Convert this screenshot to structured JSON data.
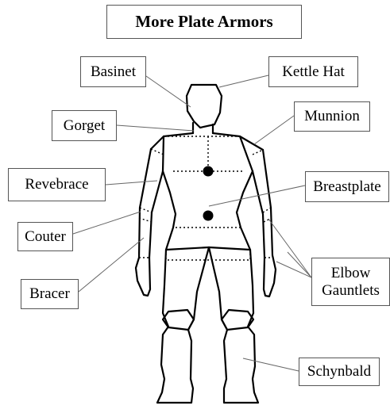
{
  "title": "More Plate Armors",
  "labels": {
    "basinet": "Basinet",
    "kettle_hat": "Kettle Hat",
    "gorget": "Gorget",
    "munnion": "Munnion",
    "revebrace": "Revebrace",
    "breastplate": "Breastplate",
    "couter": "Couter",
    "elbow_line1": "Elbow",
    "elbow_line2": "Gauntlets",
    "bracer": "Bracer",
    "schynbald": "Schynbald"
  },
  "colors": {
    "outline": "#000000",
    "leader_line": "#666666",
    "box_border": "#555555",
    "background": "#ffffff"
  }
}
